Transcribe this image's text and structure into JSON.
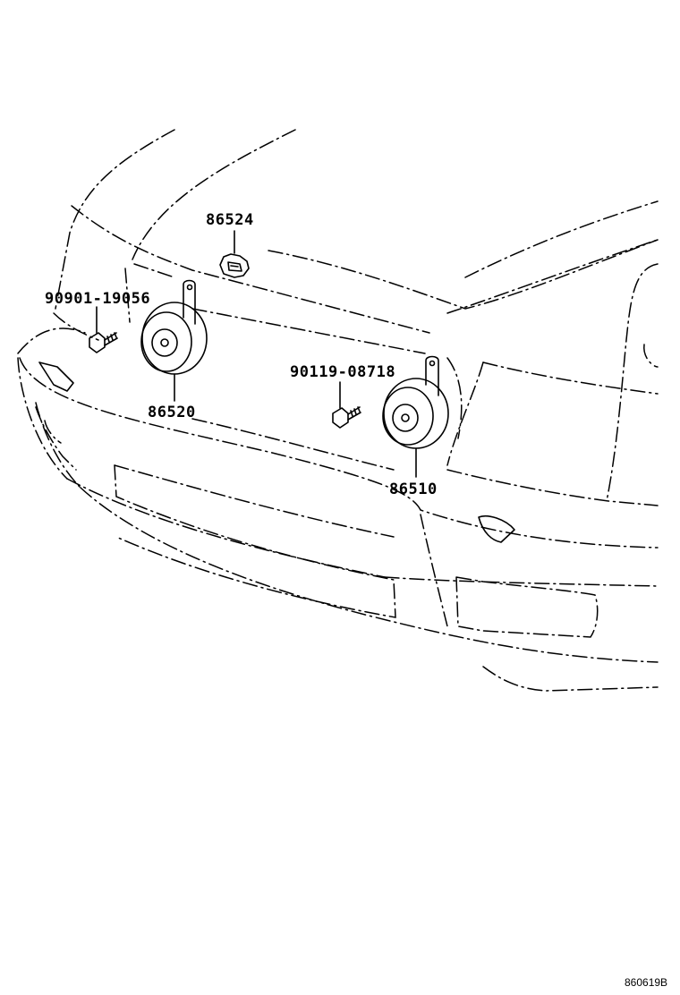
{
  "parts": [
    {
      "id": "p86524",
      "number": "86524"
    },
    {
      "id": "p90901",
      "number": "90901-19056"
    },
    {
      "id": "p86520",
      "number": "86520"
    },
    {
      "id": "p90119",
      "number": "90119-08718"
    },
    {
      "id": "p86510",
      "number": "86510"
    }
  ],
  "reference_code": "860619B"
}
